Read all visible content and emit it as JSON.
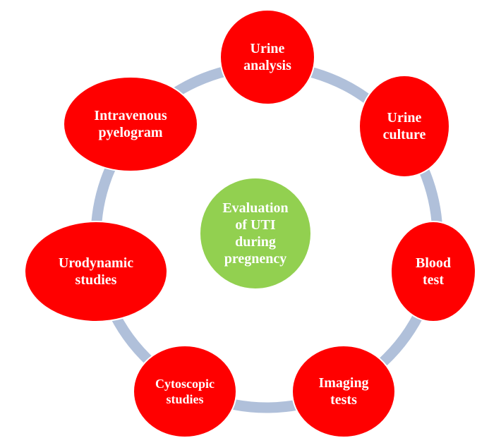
{
  "colors": {
    "node": "#ff0000",
    "center": "#92d050",
    "ring": "#b0c0da",
    "text": "#ffffff"
  },
  "center": {
    "label": "Evaluation\nof UTI\nduring\npregnency"
  },
  "nodes": [
    {
      "id": "urine-analysis",
      "label": "Urine\nanalysis"
    },
    {
      "id": "urine-culture",
      "label": "Urine\nculture"
    },
    {
      "id": "blood-test",
      "label": "Blood\ntest"
    },
    {
      "id": "imaging-tests",
      "label": "Imaging\ntests"
    },
    {
      "id": "cytoscopic-studies",
      "label": "Cytoscopic\nstudies"
    },
    {
      "id": "urodynamic-studies",
      "label": "Urodynamic\nstudies"
    },
    {
      "id": "intravenous-pyelogram",
      "label": "Intravenous\npyelogram"
    }
  ]
}
